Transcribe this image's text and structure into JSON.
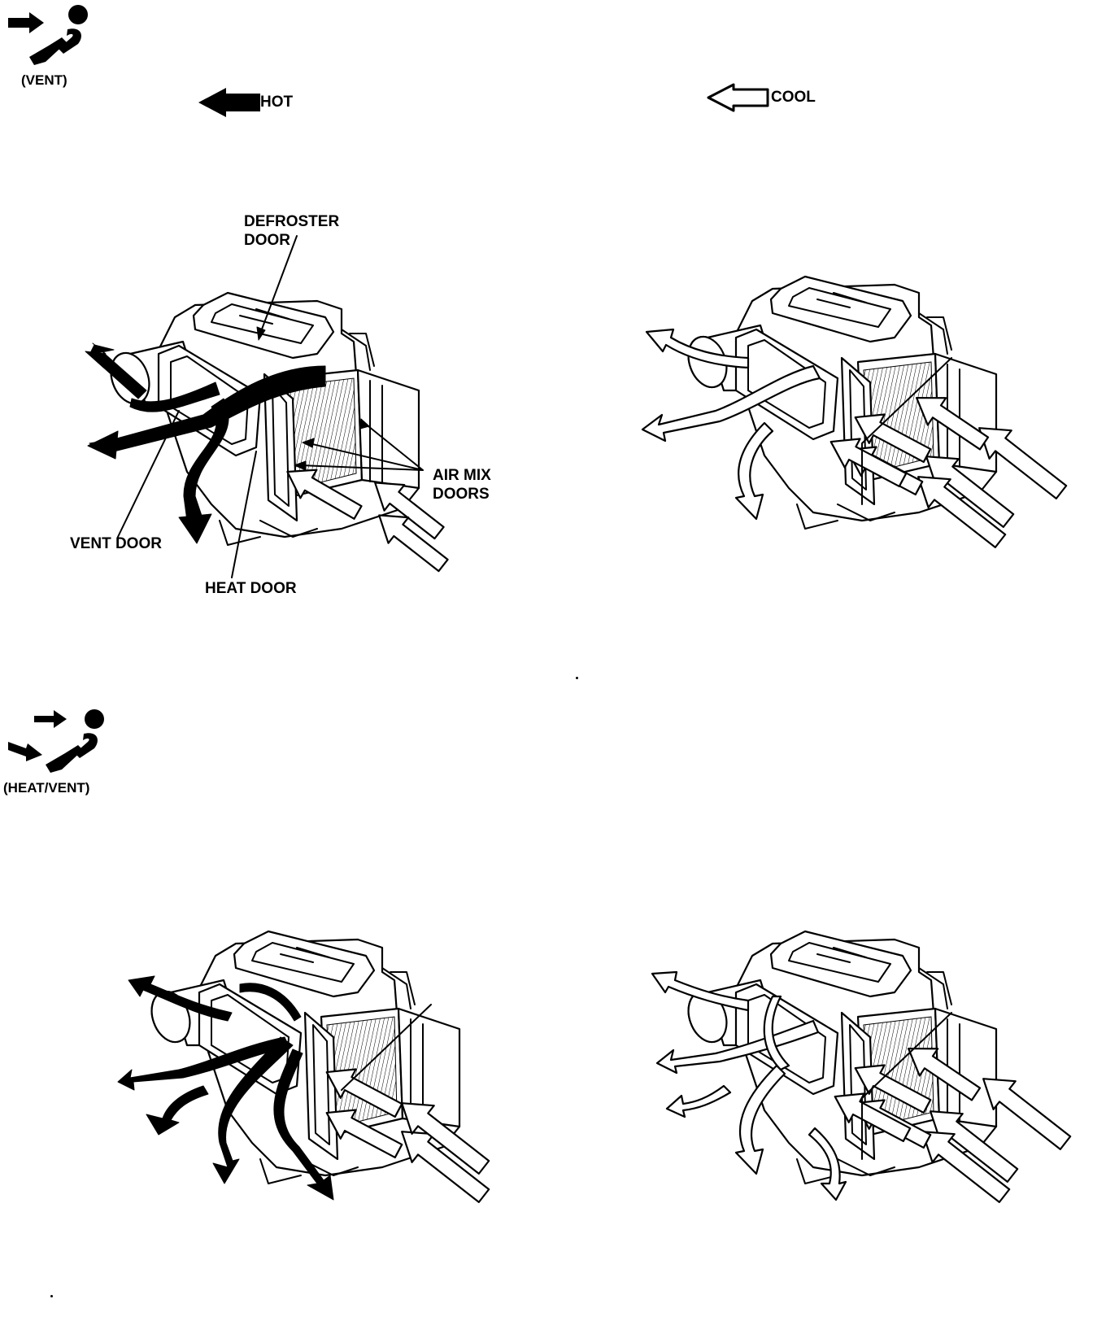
{
  "sections": {
    "vent": {
      "mode_label": "(VENT)"
    },
    "heat_vent": {
      "mode_label": "(HEAT/VENT)"
    }
  },
  "legend": {
    "hot_label": "HOT",
    "cool_label": "COOL"
  },
  "callouts": {
    "defroster_door": "DEFROSTER\nDOOR",
    "air_mix_doors": "AIR MIX\nDOORS",
    "vent_door": "VENT DOOR",
    "heat_door": "HEAT DOOR"
  }
}
